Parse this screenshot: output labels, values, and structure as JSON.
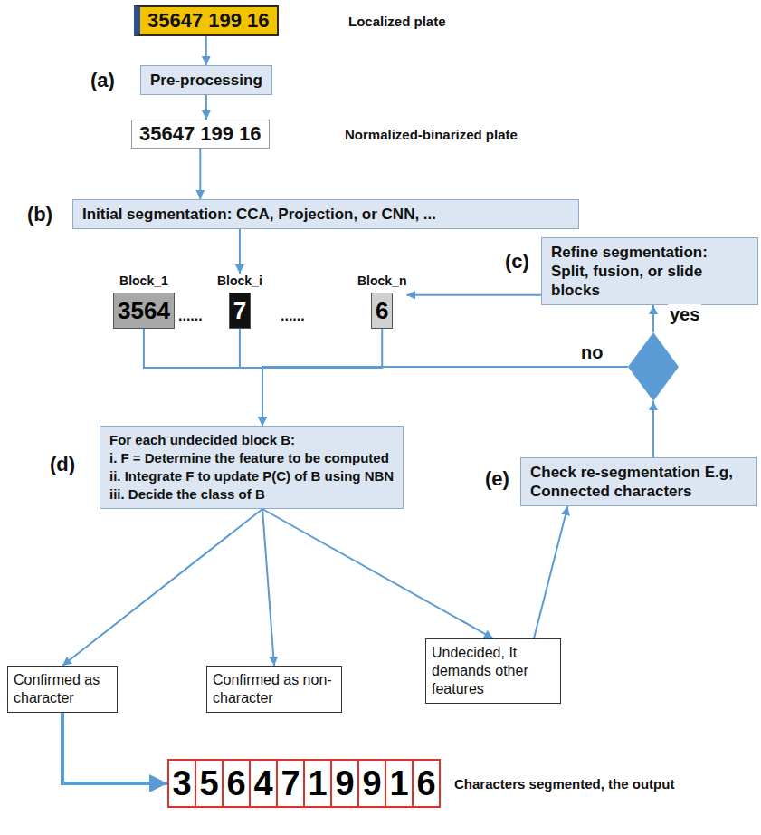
{
  "diagram": {
    "nodes": [
      {
        "text": [
          "35647 199 16",
          "Localized plate"
        ]
      },
      {
        "text": [
          "Pre-processing"
        ]
      },
      {
        "text": [
          "35647 199 16",
          "Normalized-binarized plate"
        ]
      },
      {
        "text": [
          "Initial segmentation: CCA, Projection, or CNN, ..."
        ]
      },
      {
        "text": [
          "Refine segmentation: Split, fusion, or slide blocks"
        ]
      },
      {
        "text": [
          "Block_1",
          "3564"
        ]
      },
      {
        "text": [
          "Block_i",
          "7"
        ]
      },
      {
        "text": [
          "Block_n",
          "6"
        ]
      },
      {
        "text": []
      },
      {
        "text": [
          "For each undecided block B:",
          "i. F = Determine the feature to be computed",
          "ii. Integrate F to update P(C) of B using NBN",
          "iii. Decide the class of B"
        ]
      },
      {
        "text": [
          "Check re-segmentation E.g, Connected characters"
        ]
      },
      {
        "text": [
          "Confirmed as character"
        ]
      },
      {
        "text": [
          "Confirmed as non-character"
        ]
      },
      {
        "text": [
          "Undecided, It demands other features"
        ]
      },
      {
        "text": [
          "3",
          "5",
          "6",
          "4",
          "7",
          "1",
          "9",
          "9",
          "1",
          "6",
          "Characters segmented, the output"
        ]
      }
    ],
    "edges": [
      {
        "from": 0,
        "to": 1,
        "arrow": "to"
      },
      {
        "from": 1,
        "to": 2,
        "arrow": "to"
      },
      {
        "from": 2,
        "to": 3,
        "arrow": "to"
      },
      {
        "from": 3,
        "to": 6,
        "arrow": "to"
      },
      {
        "from": 4,
        "to": 7,
        "arrow": "to"
      },
      {
        "from": 5,
        "to": 9,
        "arrow": "to"
      },
      {
        "from": 6,
        "to": 9,
        "arrow": "to"
      },
      {
        "from": 7,
        "to": 9,
        "arrow": "to"
      },
      {
        "from": 8,
        "to": 9,
        "label": "no",
        "arrow": "to"
      },
      {
        "from": 9,
        "to": 11,
        "arrow": "to"
      },
      {
        "from": 9,
        "to": 12,
        "arrow": "to"
      },
      {
        "from": 9,
        "to": 13,
        "arrow": "to"
      },
      {
        "from": 13,
        "to": 10,
        "arrow": "to"
      },
      {
        "from": 10,
        "to": 8,
        "arrow": "to"
      },
      {
        "from": 8,
        "to": 4,
        "label": "yes",
        "arrow": "to"
      },
      {
        "from": 11,
        "to": 14,
        "arrow": "to"
      }
    ],
    "labels": [
      "(a)",
      "(b)",
      "(c)",
      "(d)",
      "(e)",
      "......",
      "......"
    ]
  }
}
